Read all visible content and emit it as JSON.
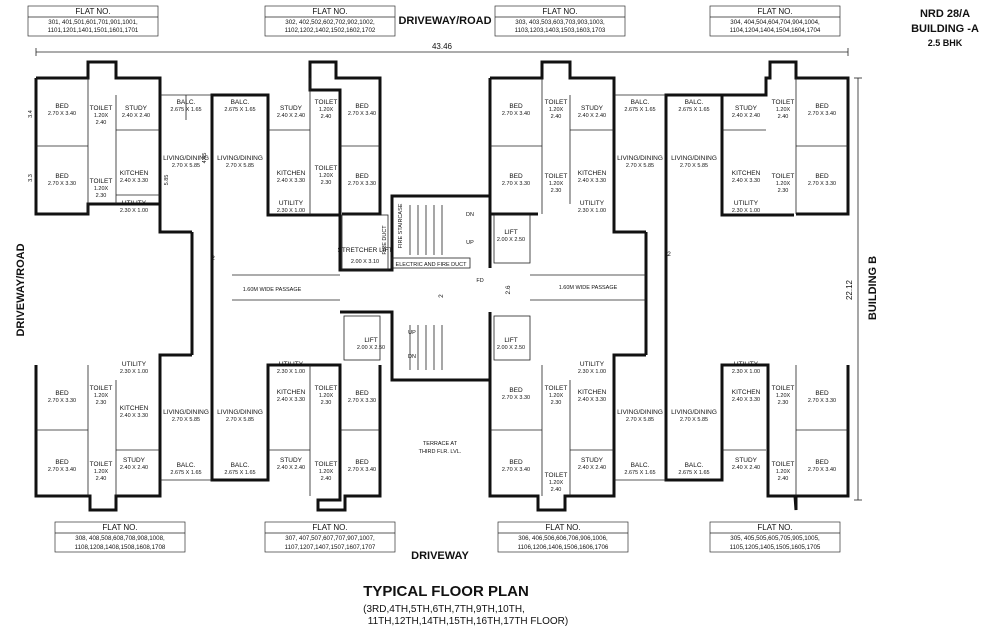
{
  "header": {
    "project_code": "NRD 28/A",
    "building": "BUILDING -A",
    "type": "2.5 BHK"
  },
  "labels": {
    "top_road": "DRIVEWAY/ROAD",
    "left_road": "DRIVEWAY/ROAD",
    "bottom_road": "DRIVEWAY",
    "right_building": "BUILDING B",
    "overall_width": "43.46",
    "overall_depth": "22.12",
    "plan_title": "TYPICAL FLOOR PLAN",
    "floors_line1": "(3RD,4TH,5TH,6TH,7TH,9TH,10TH,",
    "floors_line2": "11TH,12TH,14TH,15TH,16TH,17TH FLOOR)"
  },
  "flat_tables": [
    {
      "head": "FLAT NO.",
      "line1": "301, 401,501,601,701,901,1001,",
      "line2": "1101,1201,1401,1501,1601,1701"
    },
    {
      "head": "FLAT NO.",
      "line1": "302, 402,502,602,702,902,1002,",
      "line2": "1102,1202,1402,1502,1602,1702"
    },
    {
      "head": "FLAT NO.",
      "line1": "303, 403,503,603,703,903,1003,",
      "line2": "1103,1203,1403,1503,1603,1703"
    },
    {
      "head": "FLAT NO.",
      "line1": "304, 404,504,604,704,904,1004,",
      "line2": "1104,1204,1404,1504,1604,1704"
    },
    {
      "head": "FLAT NO.",
      "line1": "308, 408,508,608,708,908,1008,",
      "line2": "1108,1208,1408,1508,1608,1708"
    },
    {
      "head": "FLAT NO.",
      "line1": "307, 407,507,607,707,907,1007,",
      "line2": "1107,1207,1407,1507,1607,1707"
    },
    {
      "head": "FLAT NO.",
      "line1": "306, 406,506,606,706,906,1006,",
      "line2": "1106,1206,1406,1506,1606,1706"
    },
    {
      "head": "FLAT NO.",
      "line1": "305, 405,505,605,705,905,1005,",
      "line2": "1105,1205,1405,1505,1605,1705"
    }
  ],
  "rooms": {
    "bed1": {
      "name": "BED",
      "dim": "2.70 X 3.40"
    },
    "bed2": {
      "name": "BED",
      "dim": "2.70 X 3.30"
    },
    "study": {
      "name": "STUDY",
      "dim": "2.40 X 2.40"
    },
    "toilet": {
      "name": "TOILET",
      "dim": "1.20X",
      "dim2": "2.40"
    },
    "toilet2": {
      "name": "TOILET",
      "dim": "1.20X",
      "dim2": "2.30"
    },
    "balc": {
      "name": "BALC.",
      "dim": "2.675 X 1.65"
    },
    "living": {
      "name": "LIVING/DINING",
      "dim": "2.70 X 5.85"
    },
    "kitchen": {
      "name": "KITCHEN",
      "dim": "2.40 X 3.30"
    },
    "utility": {
      "name": "UTILITY",
      "dim": "2.30 X 1.00"
    }
  },
  "core": {
    "fire_staircase": "FIRE STAIRCASE",
    "stretcher_lift": "STRETCHER LIFT",
    "stretcher_dim": "2.00 X 3.10",
    "lift": "LIFT",
    "lift_dim": "2.00 X 2.50",
    "electric_duct": "ELECTRIC AND FIRE DUCT",
    "fire_duct": "FIRE DUCT",
    "fd": "FD",
    "passage": "1.60M WIDE PASSAGE",
    "terrace_line1": "TERRACE AT",
    "terrace_line2": "THIRD FLR. LVL.",
    "dn": "DN",
    "up": "UP",
    "dim_2": "2",
    "dim_26": "2.6",
    "dim_465": "4.65",
    "dim_585": "5.85",
    "dim_34": "3.4",
    "dim_33": "3.3"
  }
}
